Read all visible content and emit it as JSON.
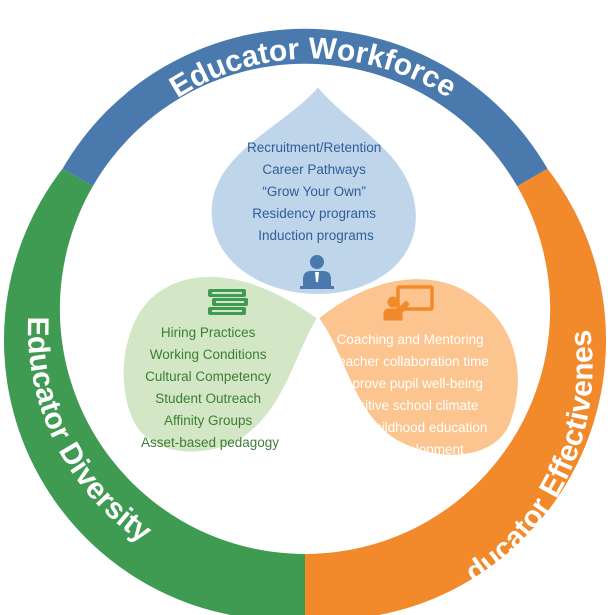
{
  "diagram": {
    "colors": {
      "ring_blue": "#4a79ad",
      "ring_orange": "#f28a2b",
      "ring_green": "#3f9a52",
      "drop_blue": "#bfd5ea",
      "drop_green": "#d3e7c6",
      "drop_orange": "#fcc48f",
      "text_blue": "#2f5e9a",
      "text_green": "#3b7f33",
      "text_orange": "#ffffff"
    },
    "ring_labels": {
      "workforce": "Educator Workforce",
      "effectiveness": "Educator Effectiveness",
      "diversity": "Educator Diversity"
    },
    "workforce_items": [
      "Recruitment/Retention",
      "Career Pathways",
      "“Grow Your Own”",
      "Residency programs",
      "Induction programs"
    ],
    "diversity_items": [
      "Hiring Practices",
      "Working Conditions",
      "Cultural Competency",
      "Student Outreach",
      "Affinity Groups",
      "Asset-based pedagogy"
    ],
    "effectiveness_items": [
      "Coaching and Mentoring",
      "Teacher collaboration time",
      "Improve pupil well-being",
      "Positive school climate",
      "Early childhood education",
      "and development"
    ],
    "icons": {
      "workforce": "person-at-desk-icon",
      "diversity": "book-stack-icon",
      "effectiveness": "teacher-at-board-icon"
    }
  }
}
